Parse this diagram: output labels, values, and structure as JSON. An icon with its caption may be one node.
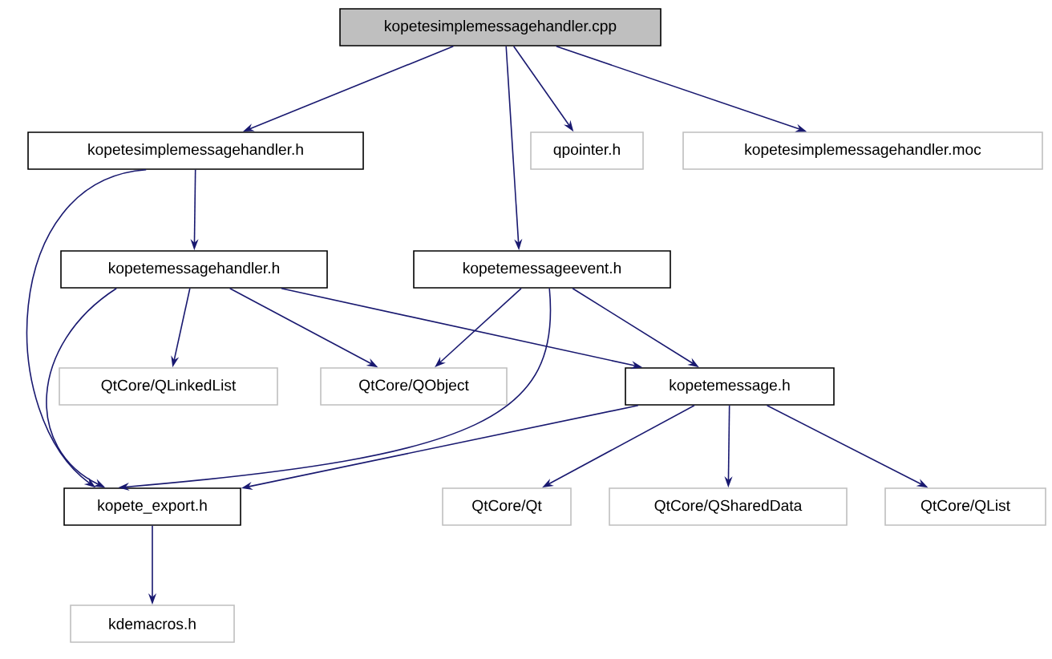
{
  "diagram": {
    "nodes": [
      {
        "text": [
          "kopetesimplemessagehandler.cpp"
        ]
      },
      {
        "text": [
          "kopetesimplemessagehandler.h"
        ]
      },
      {
        "text": [
          "qpointer.h"
        ]
      },
      {
        "text": [
          "kopetesimplemessagehandler.moc"
        ]
      },
      {
        "text": [
          "kopetemessagehandler.h"
        ]
      },
      {
        "text": [
          "kopetemessageevent.h"
        ]
      },
      {
        "text": [
          "QtCore/QLinkedList"
        ]
      },
      {
        "text": [
          "QtCore/QObject"
        ]
      },
      {
        "text": [
          "kopetemessage.h"
        ]
      },
      {
        "text": [
          "kopete_export.h"
        ]
      },
      {
        "text": [
          "QtCore/Qt"
        ]
      },
      {
        "text": [
          "QtCore/QSharedData"
        ]
      },
      {
        "text": [
          "QtCore/QList"
        ]
      },
      {
        "text": [
          "kdemacros.h"
        ]
      }
    ],
    "edges": [
      {
        "from": 0,
        "to": 1,
        "arrow": "to"
      },
      {
        "from": 0,
        "to": 5,
        "arrow": "to"
      },
      {
        "from": 0,
        "to": 2,
        "arrow": "to"
      },
      {
        "from": 0,
        "to": 3,
        "arrow": "to"
      },
      {
        "from": 1,
        "to": 4,
        "arrow": "to"
      },
      {
        "from": 1,
        "to": 9,
        "arrow": "to"
      },
      {
        "from": 4,
        "to": 6,
        "arrow": "to"
      },
      {
        "from": 4,
        "to": 7,
        "arrow": "to"
      },
      {
        "from": 4,
        "to": 8,
        "arrow": "to"
      },
      {
        "from": 4,
        "to": 9,
        "arrow": "to"
      },
      {
        "from": 5,
        "to": 7,
        "arrow": "to"
      },
      {
        "from": 5,
        "to": 8,
        "arrow": "to"
      },
      {
        "from": 5,
        "to": 9,
        "arrow": "to"
      },
      {
        "from": 8,
        "to": 9,
        "arrow": "to"
      },
      {
        "from": 8,
        "to": 10,
        "arrow": "to"
      },
      {
        "from": 8,
        "to": 11,
        "arrow": "to"
      },
      {
        "from": 8,
        "to": 12,
        "arrow": "to"
      },
      {
        "from": 9,
        "to": 13,
        "arrow": "to"
      }
    ]
  }
}
